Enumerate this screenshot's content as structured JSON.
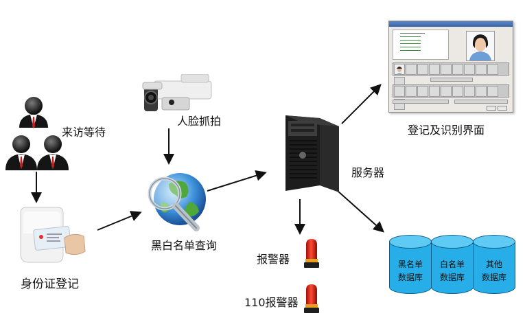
{
  "visitors_label": "来访等待",
  "id_register_label": "身份证登记",
  "camera_label": "人脸抓拍",
  "blacklist_query_label": "黑白名单查询",
  "server_label": "服务器",
  "ui_label": "登记及识别界面",
  "alarm_label": "报警器",
  "alarm110_label": "110报警器",
  "databases": [
    {
      "line1": "黑名单",
      "line2": "数据库"
    },
    {
      "line1": "白名单",
      "line2": "数据库"
    },
    {
      "line1": "其他",
      "line2": "数据库"
    }
  ],
  "colors": {
    "arrow": "#111111",
    "db_body": "#27aee8",
    "db_top": "#5fcaf3",
    "alarm_red": "#e2231a"
  }
}
